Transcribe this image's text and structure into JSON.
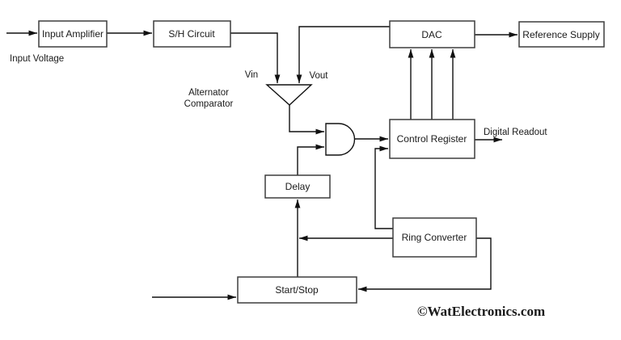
{
  "blocks": {
    "input_amplifier": "Input Amplifier",
    "sh_circuit": "S/H Circuit",
    "dac": "DAC",
    "reference_supply": "Reference Supply",
    "control_register": "Control Register",
    "delay": "Delay",
    "ring_converter": "Ring Converter",
    "start_stop": "Start/Stop"
  },
  "labels": {
    "input_voltage": "Input Voltage",
    "vin": "Vin",
    "vout": "Vout",
    "comparator_line1": "Alternator",
    "comparator_line2": "Comparator",
    "digital_readout": "Digital Readout"
  },
  "watermark": {
    "text": "©WatElectronics.com",
    "color": "#3d8de0"
  },
  "colors": {
    "background": "#ffffff",
    "line": "#111111",
    "box_border": "#3d3d3d",
    "text": "#1a1a1a"
  }
}
